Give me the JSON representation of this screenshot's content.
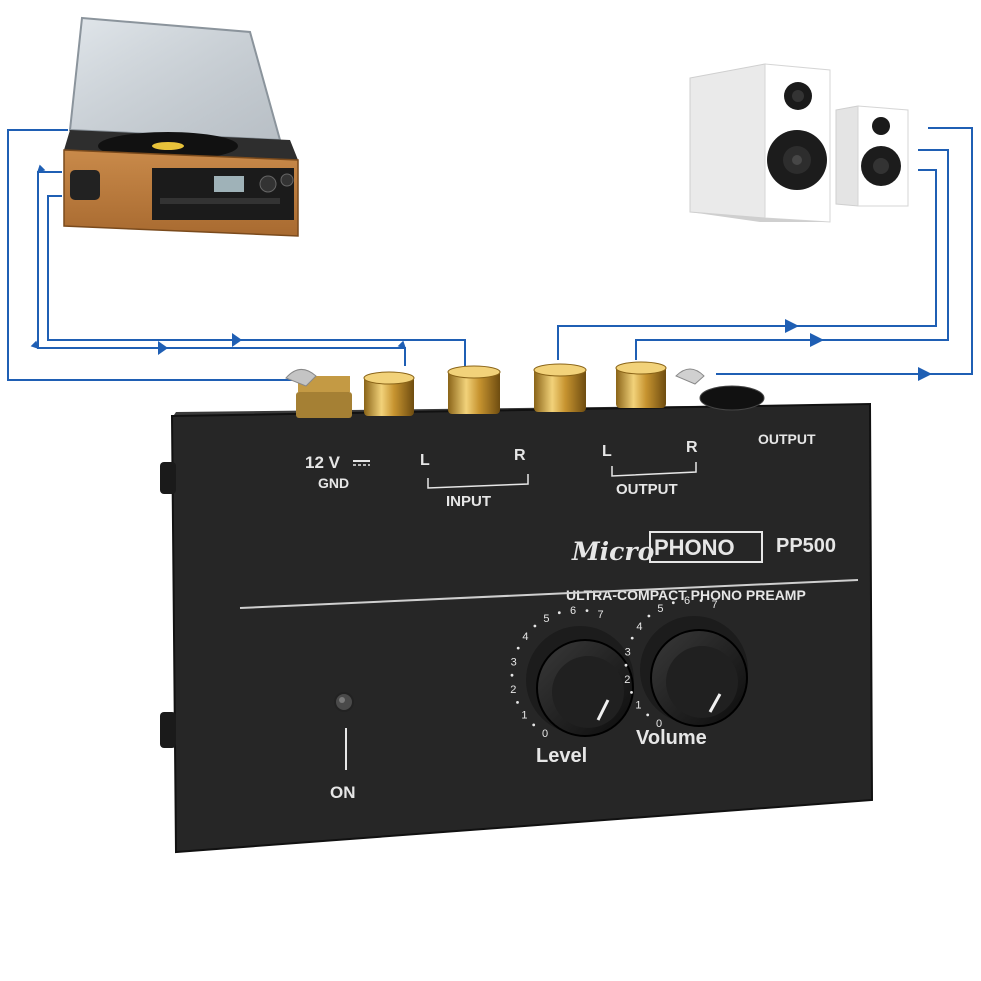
{
  "device": {
    "brand_script": "Micro",
    "brand_box": "PHONO",
    "model": "PP500",
    "tagline": "ULTRA-COMPACT PHONO PREAMP",
    "power_label": "12 V",
    "gnd_label": "GND",
    "input_label": "INPUT",
    "output_label": "OUTPUT",
    "output_jack_label": "OUTPUT",
    "left": "L",
    "right": "R",
    "on_label": "ON",
    "level_label": "Level",
    "volume_label": "Volume",
    "dial_numbers": [
      "0",
      "1",
      "2",
      "3",
      "4",
      "5",
      "6",
      "7"
    ]
  },
  "colors": {
    "cable": "#1f5fb4",
    "device_body": "#262626",
    "device_text": "#e6e6e6",
    "gold": "#d1a43c"
  }
}
